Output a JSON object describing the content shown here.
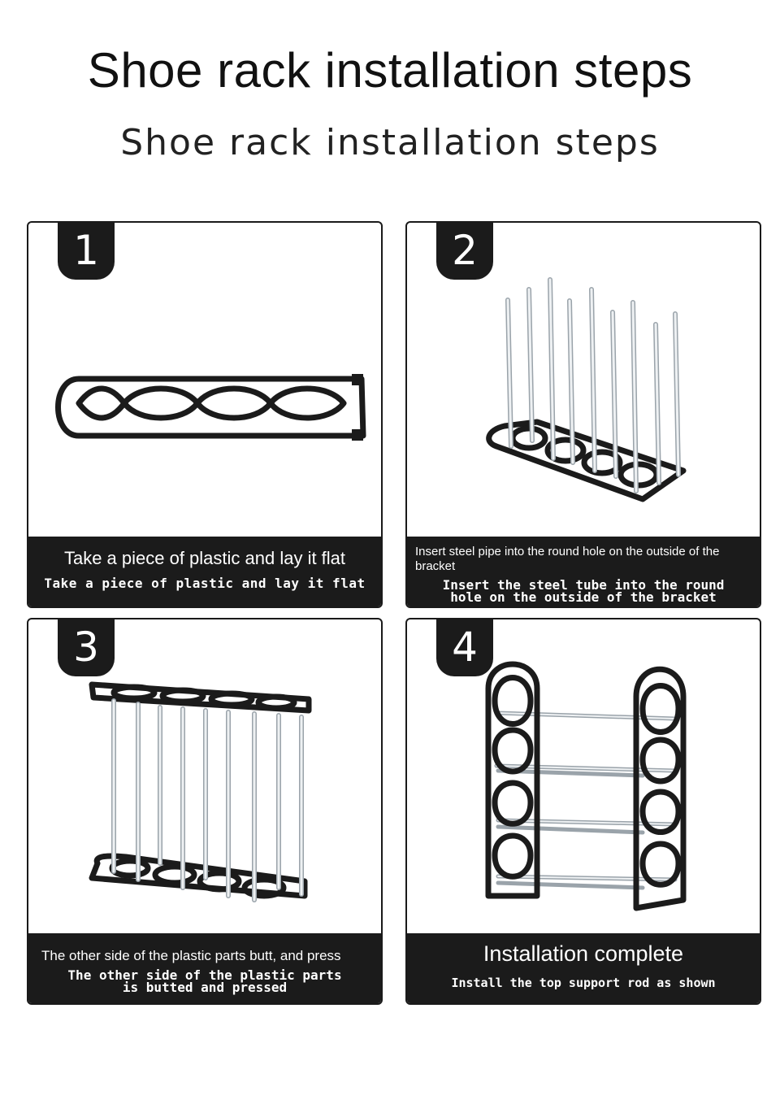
{
  "header": {
    "title": "Shoe rack installation steps",
    "subtitle": "Shoe rack installation steps"
  },
  "steps": [
    {
      "number": "1",
      "caption": "Take a piece of plastic and lay it flat",
      "sub_caption": "Take a piece of plastic and lay it flat"
    },
    {
      "number": "2",
      "caption": "Insert steel pipe into the round hole on the outside of the bracket",
      "sub_caption_line1": "Insert the steel tube into the round",
      "sub_caption_line2": "hole on the outside of the bracket"
    },
    {
      "number": "3",
      "caption": "The other side of the plastic parts butt, and press",
      "sub_caption_line1": "The other side of the plastic parts",
      "sub_caption_line2": "is butted and pressed"
    },
    {
      "number": "4",
      "caption": "Installation complete",
      "sub_caption": "Install the top support rod as shown"
    }
  ],
  "colors": {
    "frame_black": "#1b1b1b",
    "tube_white": "#e8ecef",
    "tube_edge": "#9aa3aa"
  }
}
